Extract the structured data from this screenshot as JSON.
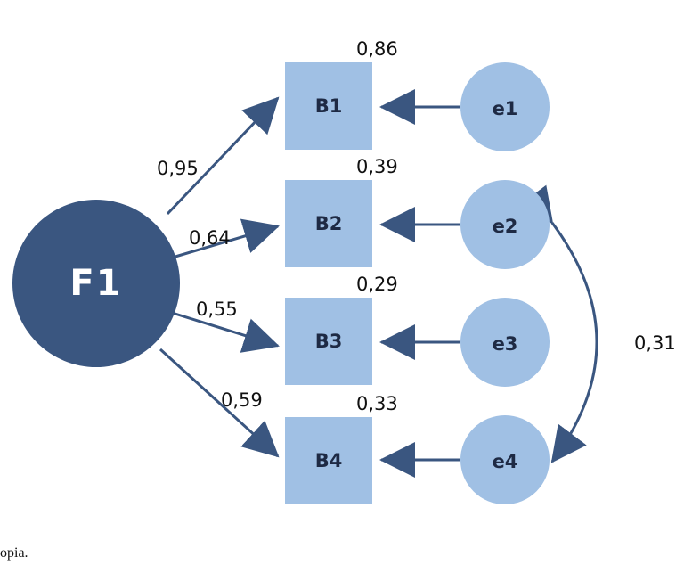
{
  "colors": {
    "factor": "#3a5680",
    "indicator": "#a0c0e4",
    "error": "#a0c0e4",
    "arrow": "#3a5680",
    "label_dark": "#1e2a44",
    "label_light": "#ffffff"
  },
  "factor": {
    "label": "F1"
  },
  "indicators": [
    {
      "label": "B1",
      "loading": "0,95",
      "r2": "0,86"
    },
    {
      "label": "B2",
      "loading": "0,64",
      "r2": "0,39"
    },
    {
      "label": "B3",
      "loading": "0,55",
      "r2": "0,29"
    },
    {
      "label": "B4",
      "loading": "0,59",
      "r2": "0,33"
    }
  ],
  "errors": [
    {
      "label": "e1"
    },
    {
      "label": "e2"
    },
    {
      "label": "e3"
    },
    {
      "label": "e4"
    }
  ],
  "covariance": {
    "from": "e2",
    "to": "e4",
    "value": "0,31"
  },
  "caption": "opia."
}
